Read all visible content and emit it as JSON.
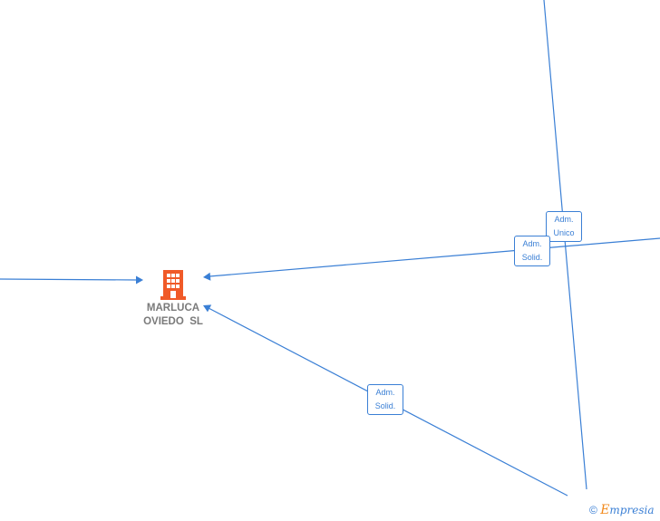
{
  "company": {
    "name_line1": "MARLUCA",
    "name_line2": "OVIEDO  SL",
    "icon": "building-icon",
    "icon_color": "#f05a28"
  },
  "roles": [
    {
      "line1": "Adm.",
      "line2": "Unico"
    },
    {
      "line1": "Adm.",
      "line2": "Solid."
    },
    {
      "line1": "Adm.",
      "line2": "Solid."
    }
  ],
  "edge_color": "#3a7fd5",
  "footer": {
    "copyright": "©",
    "brand_first": "E",
    "brand_rest": "mpresia"
  }
}
